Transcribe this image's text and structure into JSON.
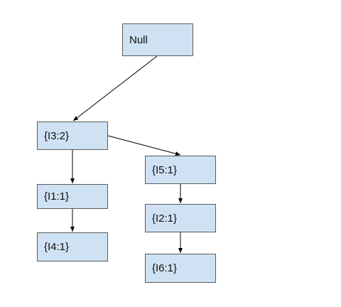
{
  "nodes": {
    "root": "Null",
    "i3": "{I3:2}",
    "i5": "{I5:1}",
    "i1": "{I1:1}",
    "i2": "{I2:1}",
    "i4": "{I4:1}",
    "i6": "{I6:1}"
  },
  "edges": [
    {
      "from": "Null",
      "to": "{I3:2}"
    },
    {
      "from": "{I3:2}",
      "to": "{I1:1}"
    },
    {
      "from": "{I3:2}",
      "to": "{I5:1}"
    },
    {
      "from": "{I1:1}",
      "to": "{I4:1}"
    },
    {
      "from": "{I5:1}",
      "to": "{I2:1}"
    },
    {
      "from": "{I2:1}",
      "to": "{I6:1}"
    }
  ],
  "colors": {
    "node_fill": "#cfe2f3",
    "node_border": "#5b5b5b",
    "edge": "#000000"
  }
}
